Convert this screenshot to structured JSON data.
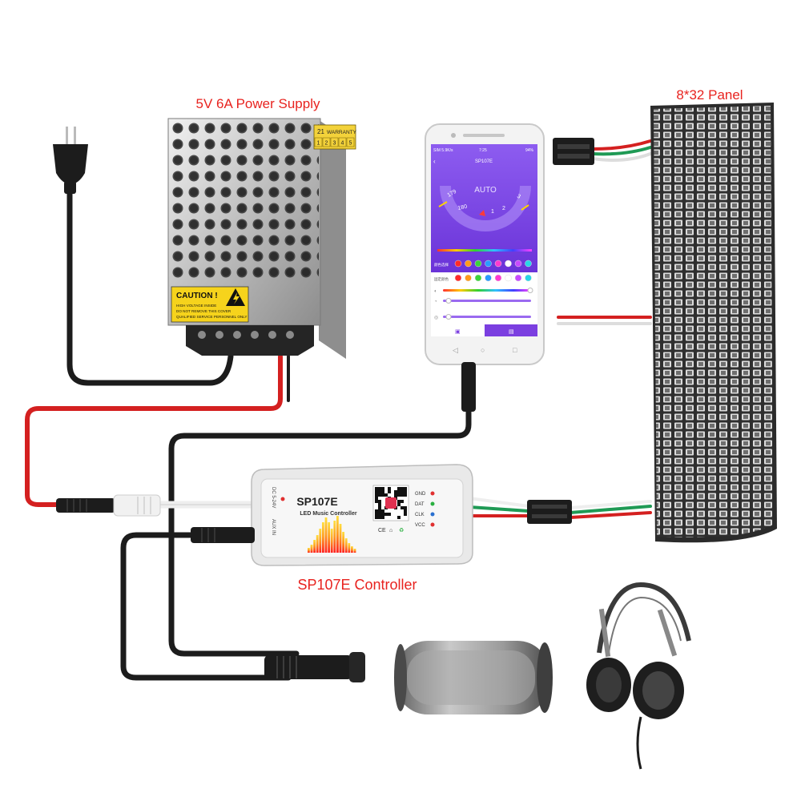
{
  "labels": {
    "power_supply": "5V 6A Power Supply",
    "panel": "8*32 Panel",
    "controller": "SP107E Controller"
  },
  "power_supply": {
    "caution_title": "CAUTION !",
    "caution_lines": [
      "HIGH VOLTAGE INSIDE",
      "DO NOT REMOVE THIS COVER",
      "QUALIFIED SERVICE PERSONNEL ONLY"
    ],
    "warranty_text": "WARRANTY",
    "warranty_number": "21",
    "warranty_cells": [
      "1",
      "2",
      "3",
      "4",
      "5"
    ]
  },
  "phone": {
    "status_left": "SIM 5.9K/s",
    "status_time": "7:25",
    "status_right": "94%",
    "app_title": "SP107E",
    "mode": "AUTO",
    "dial_numbers": [
      "179",
      "180",
      "1",
      "2",
      "3"
    ],
    "row1_label": "颜色选择",
    "row2_label": "固定颜色",
    "swatch_colors": [
      "#ff2a2a",
      "#ff9a1a",
      "#3ad43a",
      "#2a9bff",
      "#ff3ad0",
      "#ffffff",
      "#c84aff",
      "#28d6e6"
    ]
  },
  "controller": {
    "model": "SP107E",
    "subtitle": "LED Music Controller",
    "left_label": "DC 5-24V",
    "aux_label": "AUX IN",
    "pins": [
      "GND",
      "DAT",
      "CLK",
      "VCC"
    ],
    "pin_colors": [
      "#e03030",
      "#2ab040",
      "#2a70d0",
      "#e03030"
    ]
  },
  "colors": {
    "label_red": "#e8231f",
    "app_purple": "#7b3fe0",
    "wire_red": "#d42020",
    "wire_green": "#1f9a55",
    "wire_black": "#1c1c1c",
    "panel_dark": "#2b2b2b"
  }
}
